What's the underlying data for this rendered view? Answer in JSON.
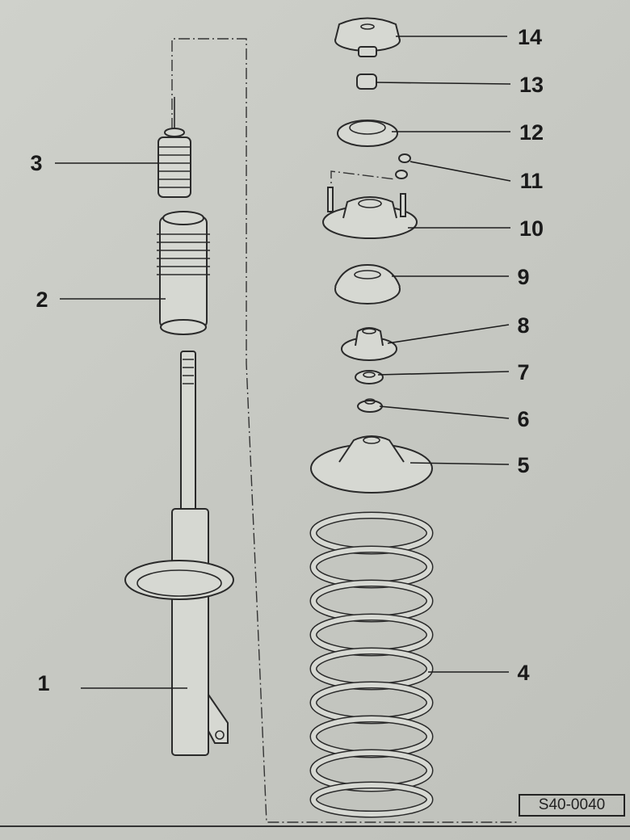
{
  "diagram": {
    "reference_code": "S40-0040",
    "callouts": [
      "1",
      "2",
      "3",
      "4",
      "5",
      "6",
      "7",
      "8",
      "9",
      "10",
      "11",
      "12",
      "13",
      "14"
    ]
  }
}
